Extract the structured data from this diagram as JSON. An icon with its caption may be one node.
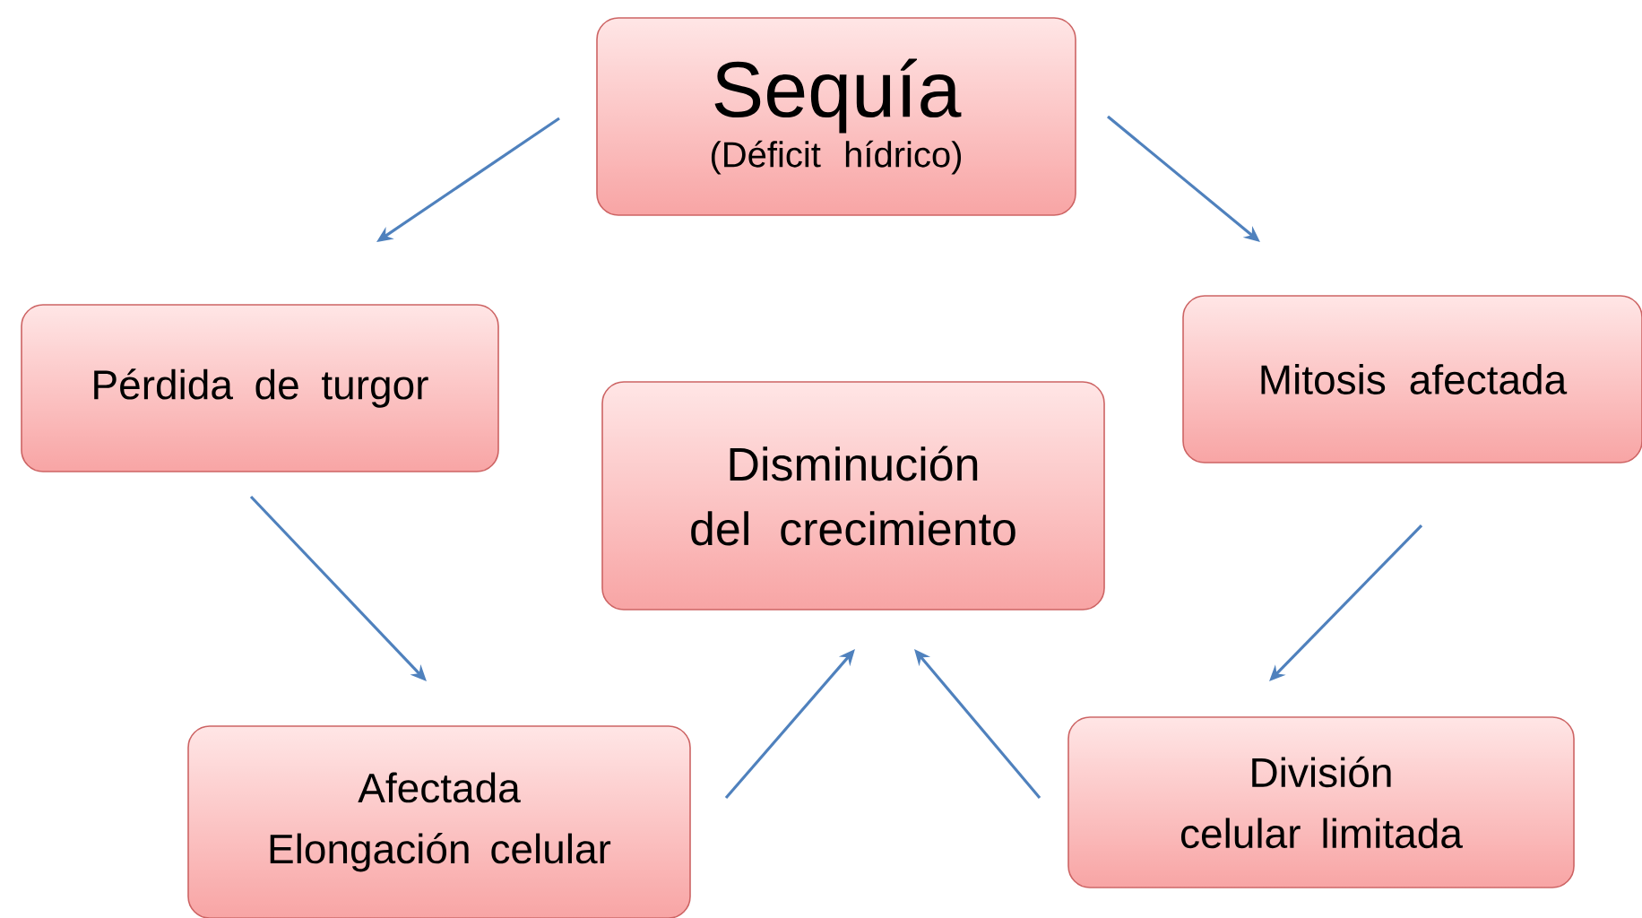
{
  "diagram": {
    "nodes": [
      {
        "text": [
          "Sequía",
          "(Déficit hídrico)"
        ]
      },
      {
        "text": [
          "Pérdida de turgor"
        ]
      },
      {
        "text": [
          "Mitosis afectada"
        ]
      },
      {
        "text": [
          "Disminución del crecimiento"
        ]
      },
      {
        "text": [
          "Afectada Elongación celular"
        ]
      },
      {
        "text": [
          "División celular limitada"
        ]
      }
    ],
    "edges": [
      {
        "from": 0,
        "to": 1,
        "arrow": "to"
      },
      {
        "from": 0,
        "to": 2,
        "arrow": "to"
      },
      {
        "from": 1,
        "to": 4,
        "arrow": "to"
      },
      {
        "from": 2,
        "to": 5,
        "arrow": "to"
      },
      {
        "from": 4,
        "to": 3,
        "arrow": "to"
      },
      {
        "from": 5,
        "to": 3,
        "arrow": "to"
      }
    ]
  }
}
